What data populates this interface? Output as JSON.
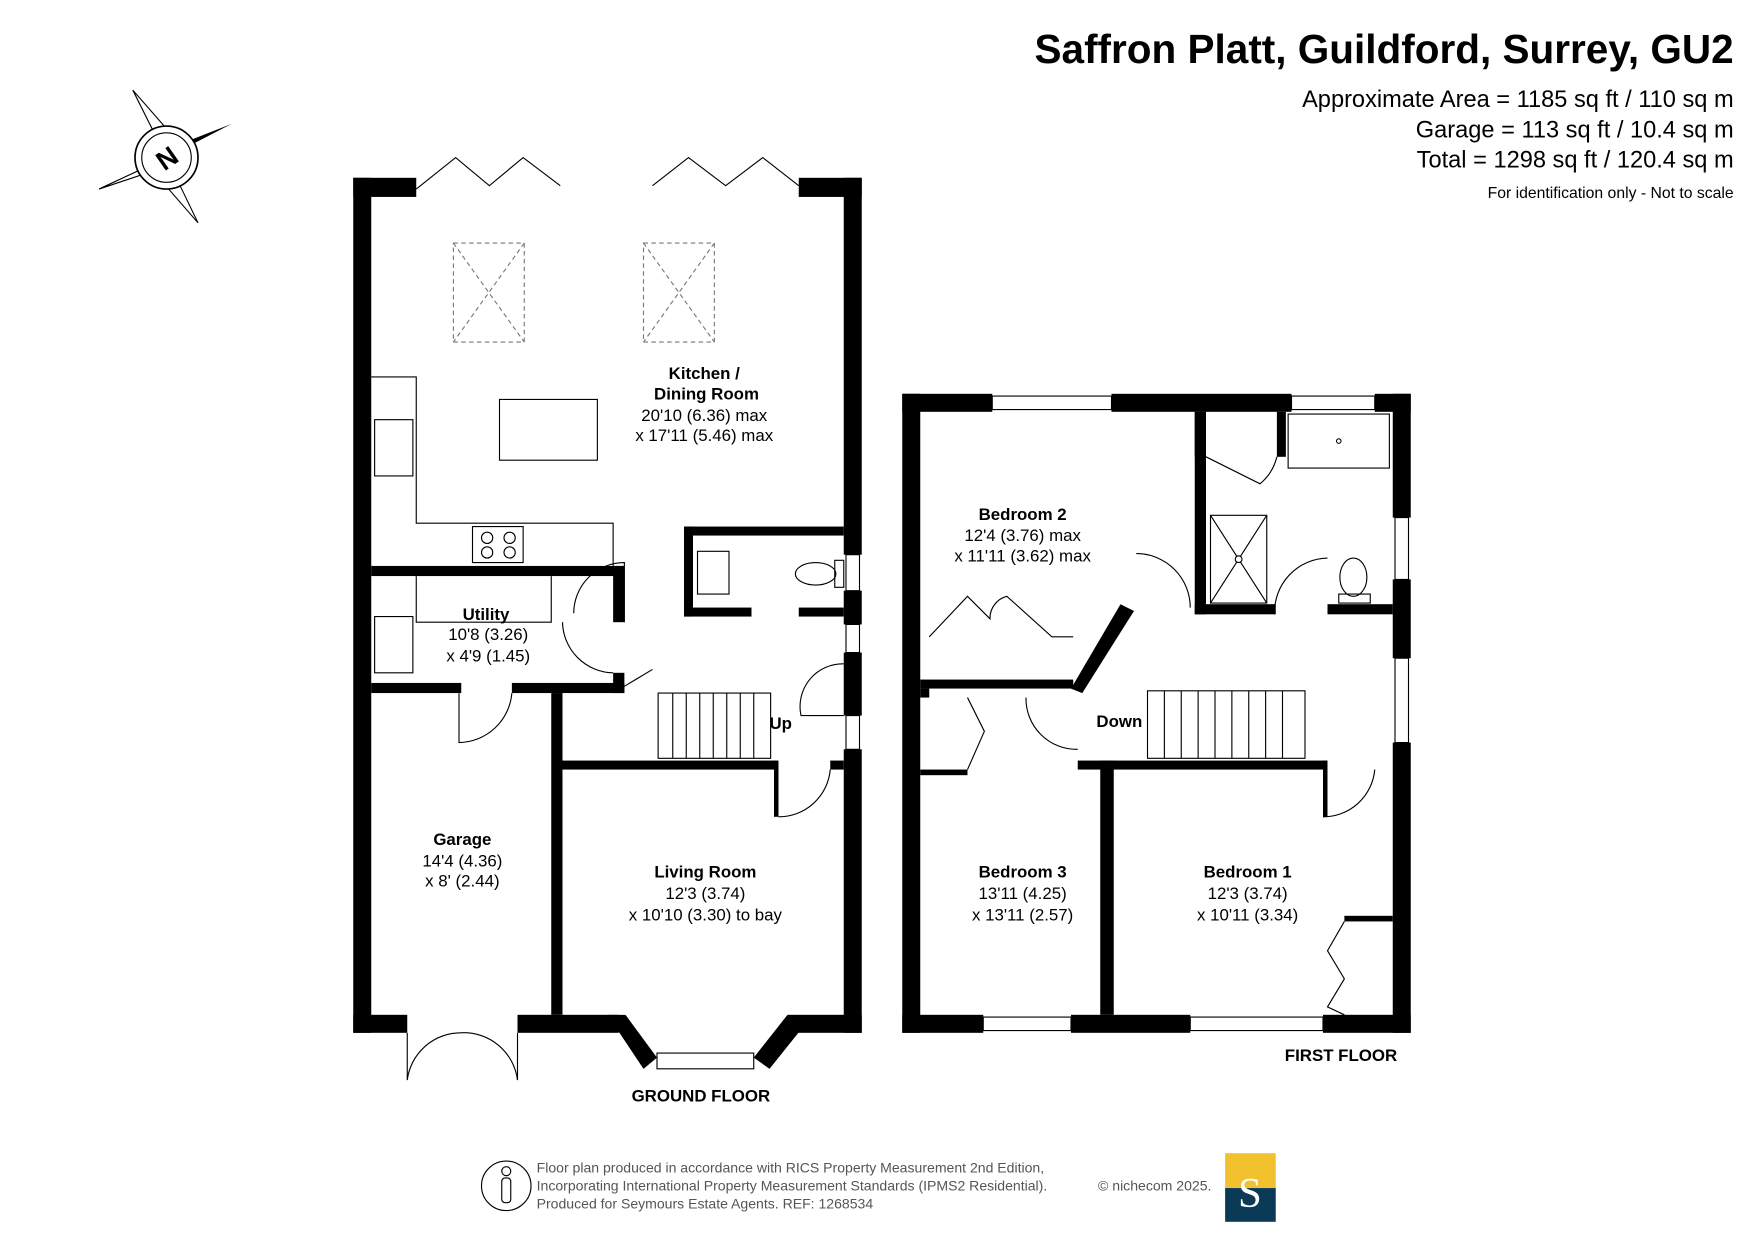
{
  "header": {
    "title": "Saffron Platt, Guildford, Surrey, GU2",
    "approx_area": "Approximate Area = 1185 sq ft / 110 sq m",
    "garage_area": "Garage = 113 sq ft / 10.4 sq m",
    "total_area": "Total = 1298 sq ft / 120.4 sq m",
    "disclaimer": "For identification only - Not to scale"
  },
  "compass": {
    "label": "N"
  },
  "ground_floor": {
    "label": "GROUND FLOOR",
    "kitchen": {
      "name1": "Kitchen /",
      "name2": "Dining Room",
      "dim1": "20'10 (6.36) max",
      "dim2": "x 17'11 (5.46)  max"
    },
    "utility": {
      "name": "Utility",
      "dim1": "10'8 (3.26)",
      "dim2": "x 4'9 (1.45)"
    },
    "garage": {
      "name": "Garage",
      "dim1": "14'4 (4.36)",
      "dim2": "x 8' (2.44)"
    },
    "living": {
      "name": "Living Room",
      "dim1": "12'3 (3.74)",
      "dim2": "x 10'10 (3.30) to bay"
    },
    "stairs": "Up"
  },
  "first_floor": {
    "label": "FIRST FLOOR",
    "bedroom2": {
      "name": "Bedroom 2",
      "dim1": "12'4 (3.76) max",
      "dim2": "x 11'11 (3.62)  max"
    },
    "bedroom3": {
      "name": "Bedroom 3",
      "dim1": "13'11 (4.25)",
      "dim2": "x 13'11 (2.57)"
    },
    "bedroom1": {
      "name": "Bedroom 1",
      "dim1": "12'3 (3.74)",
      "dim2": "x 10'11 (3.34)"
    },
    "stairs": "Down"
  },
  "footer": {
    "line1": "Floor plan produced in accordance with RICS Property Measurement 2nd Edition,",
    "line2": "Incorporating International Property Measurement Standards (IPMS2 Residential).",
    "copyright": "© nichecom 2025.",
    "line3": "Produced for Seymours Estate Agents.   REF: 1268534",
    "logo_letter": "S"
  },
  "colors": {
    "logo_top": "#f2c12e",
    "logo_bottom": "#0b3a56"
  }
}
